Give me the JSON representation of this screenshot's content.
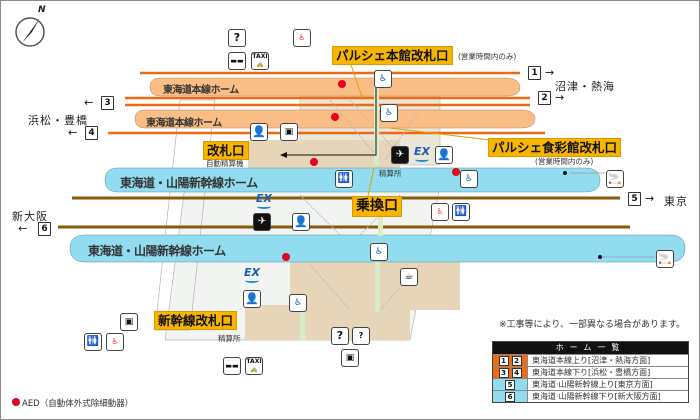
{
  "colors": {
    "conventional_platform": "#f9bd85",
    "conventional_track": "#ee6a12",
    "shinkansen_platform": "#92dcf0",
    "shinkansen_track": "#8a5a0c",
    "concourse": "#e6d5b8",
    "gate_label_bg": "#f7b500",
    "aed": "#e8001c",
    "legend_conventional": "#ee6a12",
    "legend_shinkansen": "#92dcf0"
  },
  "compass": {
    "label": "N"
  },
  "platforms": [
    {
      "id": "p12",
      "label": "東海道本線ホーム",
      "type": "conventional"
    },
    {
      "id": "p34",
      "label": "東海道本線ホーム",
      "type": "conventional"
    },
    {
      "id": "p5",
      "label": "東海道・山陽新幹線ホーム",
      "type": "shinkansen"
    },
    {
      "id": "p6",
      "label": "東海道・山陽新幹線ホーム",
      "type": "shinkansen"
    }
  ],
  "tracks": [
    {
      "number": "1",
      "direction": "→"
    },
    {
      "number": "2",
      "direction": "→"
    },
    {
      "number": "3",
      "direction": "←"
    },
    {
      "number": "4",
      "direction": "←"
    },
    {
      "number": "5",
      "direction": "→"
    },
    {
      "number": "6",
      "direction": "←"
    }
  ],
  "destinations": {
    "east_conventional": "沼津・熱海",
    "west_conventional": "浜松・豊橋",
    "east_shinkansen": "東京",
    "west_shinkansen": "新大阪"
  },
  "gates": {
    "parche_main": "パルシェ本館改札口",
    "parche_main_note": "(営業時間内のみ)",
    "parche_food": "パルシェ食彩館改札口",
    "parche_food_note": "(営業時間内のみ)",
    "main_gate": "改札口",
    "main_gate_note": "自動精算機",
    "transfer": "乗換口",
    "transfer_note": "精算所",
    "shinkansen_gate": "新幹線改札口",
    "shinkansen_gate_note": "精算所"
  },
  "icons": {
    "info": "?",
    "bus": "BUS",
    "taxi": "TAXI",
    "ex": "EX",
    "smoking": "smoking",
    "restroom": "restroom",
    "multipurpose_restroom": "multipurpose-restroom",
    "elevator": "elevator",
    "ticket_machine": "ticket-machine",
    "staff": "staff",
    "lounge": "lounge"
  },
  "notes": {
    "construction": "※工事等により、一部異なる場合があります。",
    "aed": "AED（自動体外式除細動器）"
  },
  "legend": {
    "title": "ホーム一覧",
    "rows": [
      {
        "nums": [
          "1",
          "2"
        ],
        "text": "東海道本線上り[沼津・熱海方面]",
        "type": "conventional"
      },
      {
        "nums": [
          "3",
          "4"
        ],
        "text": "東海道本線下り[浜松・豊橋方面]",
        "type": "conventional"
      },
      {
        "nums": [
          "5"
        ],
        "text": "東海道·山陽新幹線上り[東京方面]",
        "type": "shinkansen"
      },
      {
        "nums": [
          "6"
        ],
        "text": "東海道·山陽新幹線下り[新大阪方面]",
        "type": "shinkansen"
      }
    ]
  }
}
